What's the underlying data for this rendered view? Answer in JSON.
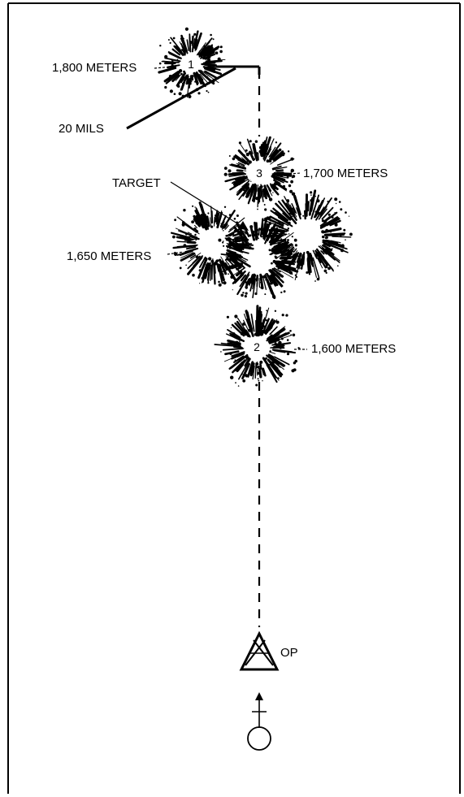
{
  "rounds": [
    {
      "number": "1",
      "range_label": "1,800 METERS"
    },
    {
      "number": "3",
      "range_label": "1,700 METERS"
    },
    {
      "number": "",
      "range_label": "1,650 METERS"
    },
    {
      "number": "2",
      "range_label": "1,600 METERS"
    }
  ],
  "target_label": "TARGET",
  "deviation_label": "20 MILS",
  "observer_label": "OP"
}
